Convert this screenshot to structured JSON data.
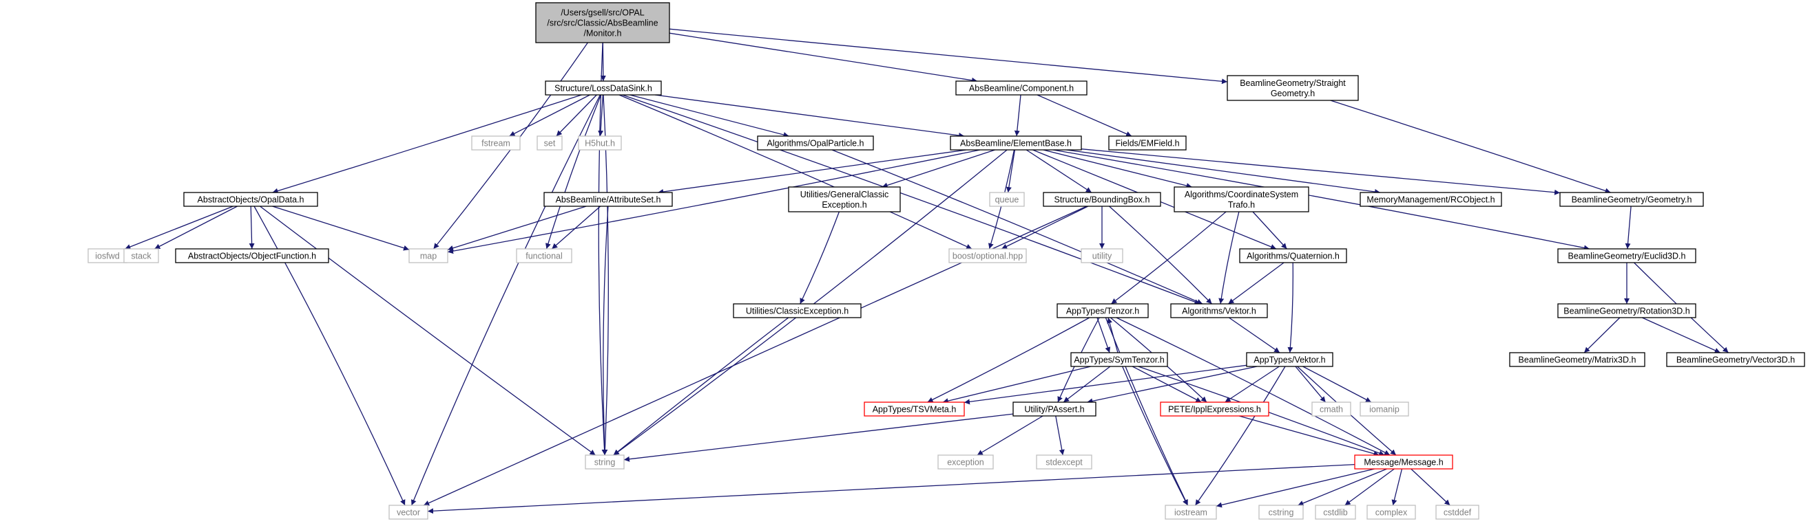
{
  "graph": {
    "colors": {
      "edge": "#191970",
      "root_fill": "#bfbfbf",
      "node_border": "#000000",
      "missing_border": "#bfbfbf",
      "missing_text": "#808080",
      "incomplete_border": "#ff0000",
      "text": "#000000"
    },
    "nodes": [
      {
        "id": "root",
        "label": "/Users/gsell/src/OPAL\n/src/src/Classic/AbsBeamline\n/Monitor.h",
        "kind": "root"
      },
      {
        "id": "lossdatasink",
        "label": "Structure/LossDataSink.h",
        "kind": "file"
      },
      {
        "id": "component",
        "label": "AbsBeamline/Component.h",
        "kind": "file"
      },
      {
        "id": "straightgeom",
        "label": "BeamlineGeometry/Straight\nGeometry.h",
        "kind": "file"
      },
      {
        "id": "fstream",
        "label": "fstream",
        "kind": "system"
      },
      {
        "id": "set",
        "label": "set",
        "kind": "system"
      },
      {
        "id": "h5hut",
        "label": "H5hut.h",
        "kind": "system"
      },
      {
        "id": "opalparticle",
        "label": "Algorithms/OpalParticle.h",
        "kind": "file"
      },
      {
        "id": "elementbase",
        "label": "AbsBeamline/ElementBase.h",
        "kind": "file"
      },
      {
        "id": "emfield",
        "label": "Fields/EMField.h",
        "kind": "file"
      },
      {
        "id": "opaldata",
        "label": "AbstractObjects/OpalData.h",
        "kind": "file"
      },
      {
        "id": "attributeset",
        "label": "AbsBeamline/AttributeSet.h",
        "kind": "file"
      },
      {
        "id": "genclassicexc",
        "label": "Utilities/GeneralClassic\nException.h",
        "kind": "file"
      },
      {
        "id": "queue",
        "label": "queue",
        "kind": "system"
      },
      {
        "id": "boundingbox",
        "label": "Structure/BoundingBox.h",
        "kind": "file"
      },
      {
        "id": "coordsys",
        "label": "Algorithms/CoordinateSystem\nTrafo.h",
        "kind": "file"
      },
      {
        "id": "rcobject",
        "label": "MemoryManagement/RCObject.h",
        "kind": "file"
      },
      {
        "id": "geometry",
        "label": "BeamlineGeometry/Geometry.h",
        "kind": "file"
      },
      {
        "id": "iosfwd",
        "label": "iosfwd",
        "kind": "system"
      },
      {
        "id": "stack",
        "label": "stack",
        "kind": "system"
      },
      {
        "id": "objfunction",
        "label": "AbstractObjects/ObjectFunction.h",
        "kind": "file"
      },
      {
        "id": "map",
        "label": "map",
        "kind": "system"
      },
      {
        "id": "functional",
        "label": "functional",
        "kind": "system"
      },
      {
        "id": "boostopt",
        "label": "boost/optional.hpp",
        "kind": "system"
      },
      {
        "id": "utility",
        "label": "utility",
        "kind": "system"
      },
      {
        "id": "quaternion",
        "label": "Algorithms/Quaternion.h",
        "kind": "file"
      },
      {
        "id": "euclid3d",
        "label": "BeamlineGeometry/Euclid3D.h",
        "kind": "file"
      },
      {
        "id": "classicexc",
        "label": "Utilities/ClassicException.h",
        "kind": "file"
      },
      {
        "id": "tenzor",
        "label": "AppTypes/Tenzor.h",
        "kind": "file"
      },
      {
        "id": "algvektor",
        "label": "Algorithms/Vektor.h",
        "kind": "file"
      },
      {
        "id": "rotation3d",
        "label": "BeamlineGeometry/Rotation3D.h",
        "kind": "file"
      },
      {
        "id": "symtenzor",
        "label": "AppTypes/SymTenzor.h",
        "kind": "file"
      },
      {
        "id": "appvektor",
        "label": "AppTypes/Vektor.h",
        "kind": "file"
      },
      {
        "id": "matrix3d",
        "label": "BeamlineGeometry/Matrix3D.h",
        "kind": "file"
      },
      {
        "id": "vector3d",
        "label": "BeamlineGeometry/Vector3D.h",
        "kind": "file"
      },
      {
        "id": "tsvmeta",
        "label": "AppTypes/TSVMeta.h",
        "kind": "incomplete"
      },
      {
        "id": "passert",
        "label": "Utility/PAssert.h",
        "kind": "file"
      },
      {
        "id": "ipplexpr",
        "label": "PETE/IpplExpressions.h",
        "kind": "incomplete"
      },
      {
        "id": "cmath",
        "label": "cmath",
        "kind": "system"
      },
      {
        "id": "iomanip",
        "label": "iomanip",
        "kind": "system"
      },
      {
        "id": "string",
        "label": "string",
        "kind": "system"
      },
      {
        "id": "exception",
        "label": "exception",
        "kind": "system"
      },
      {
        "id": "stdexcept",
        "label": "stdexcept",
        "kind": "system"
      },
      {
        "id": "message",
        "label": "Message/Message.h",
        "kind": "incomplete"
      },
      {
        "id": "vector",
        "label": "vector",
        "kind": "system"
      },
      {
        "id": "iostream",
        "label": "iostream",
        "kind": "system"
      },
      {
        "id": "cstring",
        "label": "cstring",
        "kind": "system"
      },
      {
        "id": "cstdlib",
        "label": "cstdlib",
        "kind": "system"
      },
      {
        "id": "complex",
        "label": "complex",
        "kind": "system"
      },
      {
        "id": "cstddef",
        "label": "cstddef",
        "kind": "system"
      }
    ],
    "edges": [
      [
        "root",
        "lossdatasink"
      ],
      [
        "root",
        "component"
      ],
      [
        "root",
        "straightgeom"
      ],
      [
        "root",
        "map"
      ],
      [
        "root",
        "string"
      ],
      [
        "lossdatasink",
        "fstream"
      ],
      [
        "lossdatasink",
        "set"
      ],
      [
        "lossdatasink",
        "h5hut"
      ],
      [
        "lossdatasink",
        "opalparticle"
      ],
      [
        "lossdatasink",
        "elementbase"
      ],
      [
        "lossdatasink",
        "opaldata"
      ],
      [
        "lossdatasink",
        "boostopt"
      ],
      [
        "lossdatasink",
        "functional"
      ],
      [
        "lossdatasink",
        "string"
      ],
      [
        "lossdatasink",
        "vector"
      ],
      [
        "lossdatasink",
        "algvektor"
      ],
      [
        "component",
        "elementbase"
      ],
      [
        "component",
        "emfield"
      ],
      [
        "straightgeom",
        "geometry"
      ],
      [
        "opalparticle",
        "algvektor"
      ],
      [
        "elementbase",
        "attributeset"
      ],
      [
        "elementbase",
        "genclassicexc"
      ],
      [
        "elementbase",
        "queue"
      ],
      [
        "elementbase",
        "boundingbox"
      ],
      [
        "elementbase",
        "coordsys"
      ],
      [
        "elementbase",
        "rcobject"
      ],
      [
        "elementbase",
        "geometry"
      ],
      [
        "elementbase",
        "euclid3d"
      ],
      [
        "elementbase",
        "quaternion"
      ],
      [
        "elementbase",
        "boostopt"
      ],
      [
        "elementbase",
        "map"
      ],
      [
        "elementbase",
        "string"
      ],
      [
        "opaldata",
        "iosfwd"
      ],
      [
        "opaldata",
        "stack"
      ],
      [
        "opaldata",
        "objfunction"
      ],
      [
        "opaldata",
        "map"
      ],
      [
        "opaldata",
        "string"
      ],
      [
        "opaldata",
        "vector"
      ],
      [
        "attributeset",
        "map"
      ],
      [
        "attributeset",
        "functional"
      ],
      [
        "attributeset",
        "string"
      ],
      [
        "genclassicexc",
        "classicexc"
      ],
      [
        "classicexc",
        "string"
      ],
      [
        "boundingbox",
        "boostopt"
      ],
      [
        "boundingbox",
        "utility"
      ],
      [
        "boundingbox",
        "algvektor"
      ],
      [
        "boundingbox",
        "vector"
      ],
      [
        "coordsys",
        "tenzor"
      ],
      [
        "coordsys",
        "algvektor"
      ],
      [
        "coordsys",
        "quaternion"
      ],
      [
        "quaternion",
        "algvektor"
      ],
      [
        "quaternion",
        "appvektor"
      ],
      [
        "geometry",
        "euclid3d"
      ],
      [
        "euclid3d",
        "rotation3d"
      ],
      [
        "euclid3d",
        "vector3d"
      ],
      [
        "rotation3d",
        "matrix3d"
      ],
      [
        "rotation3d",
        "vector3d"
      ],
      [
        "algvektor",
        "appvektor"
      ],
      [
        "tenzor",
        "symtenzor"
      ],
      [
        "tenzor",
        "tsvmeta"
      ],
      [
        "tenzor",
        "passert"
      ],
      [
        "tenzor",
        "ipplexpr"
      ],
      [
        "tenzor",
        "iostream"
      ],
      [
        "tenzor",
        "message"
      ],
      [
        "symtenzor",
        "tenzor"
      ],
      [
        "symtenzor",
        "tsvmeta"
      ],
      [
        "symtenzor",
        "passert"
      ],
      [
        "symtenzor",
        "ipplexpr"
      ],
      [
        "symtenzor",
        "iostream"
      ],
      [
        "symtenzor",
        "message"
      ],
      [
        "appvektor",
        "tsvmeta"
      ],
      [
        "appvektor",
        "passert"
      ],
      [
        "appvektor",
        "ipplexpr"
      ],
      [
        "appvektor",
        "cmath"
      ],
      [
        "appvektor",
        "iomanip"
      ],
      [
        "appvektor",
        "iostream"
      ],
      [
        "appvektor",
        "message"
      ],
      [
        "passert",
        "string"
      ],
      [
        "passert",
        "exception"
      ],
      [
        "passert",
        "stdexcept"
      ],
      [
        "ipplexpr",
        "message"
      ],
      [
        "message",
        "iostream"
      ],
      [
        "message",
        "cstring"
      ],
      [
        "message",
        "cstdlib"
      ],
      [
        "message",
        "complex"
      ],
      [
        "message",
        "cstddef"
      ],
      [
        "message",
        "vector"
      ]
    ]
  }
}
